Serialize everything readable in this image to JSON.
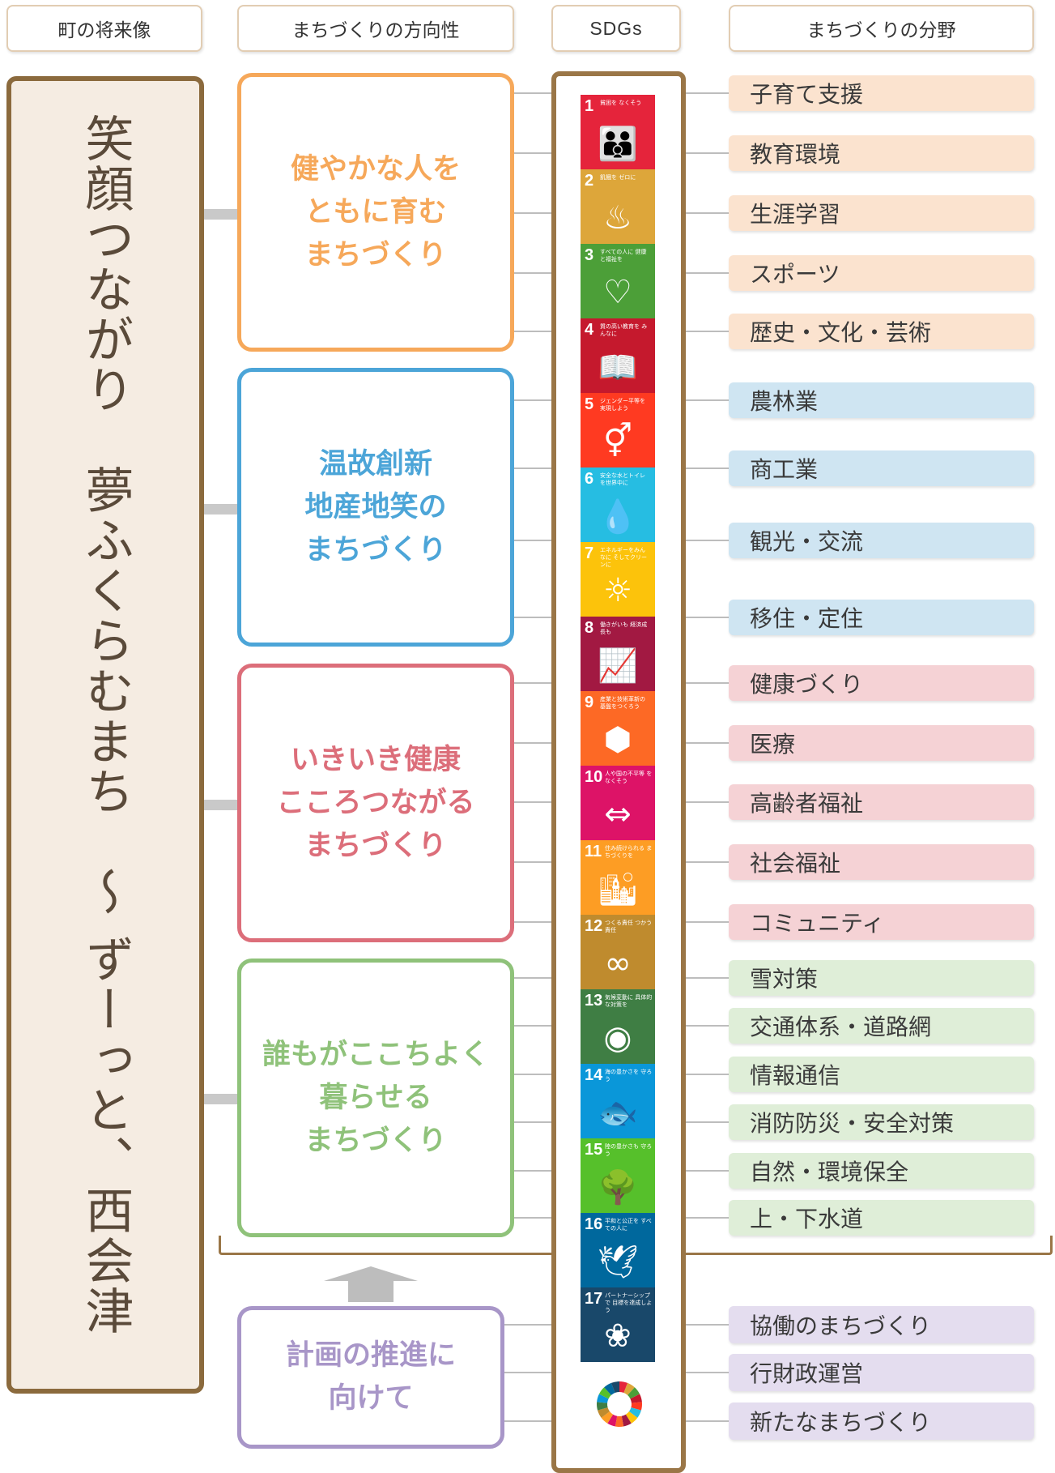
{
  "headers": {
    "vision": "町の将来像",
    "direction": "まちづくりの方向性",
    "sdgs": "SDGs",
    "fields": "まちづくりの分野"
  },
  "vision": "笑顔つながり　夢ふくらむまち　～ ずーっと、西会津 ～",
  "directions": [
    {
      "text": "健やかな人を\nともに育む\nまちづくり",
      "color": "#f6a85a"
    },
    {
      "text": "温故創新\n地産地笑の\nまちづくり",
      "color": "#4ca5d8"
    },
    {
      "text": "いきいき健康\nこころつながる\nまちづくり",
      "color": "#dc6e7a"
    },
    {
      "text": "誰もがここちよく\n暮らせる\nまちづくり",
      "color": "#8fc27a"
    },
    {
      "text": "計画の推進に\n向けて",
      "color": "#a896c8"
    }
  ],
  "sdgs": [
    {
      "num": "1",
      "caption": "貧困を なくそう",
      "color": "#e5243b",
      "icon": "people-icon",
      "glyph": "👪"
    },
    {
      "num": "2",
      "caption": "飢餓を ゼロに",
      "color": "#dda63a",
      "icon": "bowl-icon",
      "glyph": "♨"
    },
    {
      "num": "3",
      "caption": "すべての人に 健康と福祉を",
      "color": "#4c9f38",
      "icon": "heartbeat-icon",
      "glyph": "♡"
    },
    {
      "num": "4",
      "caption": "質の高い教育を みんなに",
      "color": "#c5192d",
      "icon": "book-icon",
      "glyph": "📖"
    },
    {
      "num": "5",
      "caption": "ジェンダー平等を 実現しよう",
      "color": "#ff3a21",
      "icon": "gender-icon",
      "glyph": "⚥"
    },
    {
      "num": "6",
      "caption": "安全な水とトイレ を世界中に",
      "color": "#26bde2",
      "icon": "water-icon",
      "glyph": "💧"
    },
    {
      "num": "7",
      "caption": "エネルギーをみんなに そしてクリーンに",
      "color": "#fcc30b",
      "icon": "sun-icon",
      "glyph": "☼"
    },
    {
      "num": "8",
      "caption": "働きがいも 経済成長も",
      "color": "#a21942",
      "icon": "growth-chart-icon",
      "glyph": "📈"
    },
    {
      "num": "9",
      "caption": "産業と技術革新の 基盤をつくろう",
      "color": "#fd6925",
      "icon": "cubes-icon",
      "glyph": "⬢"
    },
    {
      "num": "10",
      "caption": "人や国の不平等 をなくそう",
      "color": "#dd1367",
      "icon": "equality-icon",
      "glyph": "⇔"
    },
    {
      "num": "11",
      "caption": "住み続けられる まちづくりを",
      "color": "#fd9d24",
      "icon": "city-icon",
      "glyph": "🏙"
    },
    {
      "num": "12",
      "caption": "つくる責任 つかう責任",
      "color": "#bf8b2e",
      "icon": "infinity-icon",
      "glyph": "∞"
    },
    {
      "num": "13",
      "caption": "気候変動に 具体的な対策を",
      "color": "#3f7e44",
      "icon": "globe-eye-icon",
      "glyph": "◉"
    },
    {
      "num": "14",
      "caption": "海の豊かさを 守ろう",
      "color": "#0a97d9",
      "icon": "fish-icon",
      "glyph": "🐟"
    },
    {
      "num": "15",
      "caption": "陸の豊かさも 守ろう",
      "color": "#56c02b",
      "icon": "tree-icon",
      "glyph": "🌳"
    },
    {
      "num": "16",
      "caption": "平和と公正を すべての人に",
      "color": "#00689d",
      "icon": "dove-icon",
      "glyph": "🕊"
    },
    {
      "num": "17",
      "caption": "パートナーシップで 目標を達成しよう",
      "color": "#19486a",
      "icon": "partnership-icon",
      "glyph": "❀"
    }
  ],
  "fields": [
    {
      "label": "子育て支援",
      "color": "#fbe3cf"
    },
    {
      "label": "教育環境",
      "color": "#fbe3cf"
    },
    {
      "label": "生涯学習",
      "color": "#fbe3cf"
    },
    {
      "label": "スポーツ",
      "color": "#fbe3cf"
    },
    {
      "label": "歴史・文化・芸術",
      "color": "#fbe3cf"
    },
    {
      "label": "農林業",
      "color": "#cfe5f2"
    },
    {
      "label": "商工業",
      "color": "#cfe5f2"
    },
    {
      "label": "観光・交流",
      "color": "#cfe5f2"
    },
    {
      "label": "移住・定住",
      "color": "#cfe5f2"
    },
    {
      "label": "健康づくり",
      "color": "#f5d2d5"
    },
    {
      "label": "医療",
      "color": "#f5d2d5"
    },
    {
      "label": "高齢者福祉",
      "color": "#f5d2d5"
    },
    {
      "label": "社会福祉",
      "color": "#f5d2d5"
    },
    {
      "label": "コミュニティ",
      "color": "#f5d2d5"
    },
    {
      "label": "雪対策",
      "color": "#dfeed8"
    },
    {
      "label": "交通体系・道路網",
      "color": "#dfeed8"
    },
    {
      "label": "情報通信",
      "color": "#dfeed8"
    },
    {
      "label": "消防防災・安全対策",
      "color": "#dfeed8"
    },
    {
      "label": "自然・環境保全",
      "color": "#dfeed8"
    },
    {
      "label": "上・下水道",
      "color": "#dfeed8"
    },
    {
      "label": "協働のまちづくり",
      "color": "#e4ddef"
    },
    {
      "label": "行財政運営",
      "color": "#e4ddef"
    },
    {
      "label": "新たなまちづくり",
      "color": "#e4ddef"
    }
  ]
}
